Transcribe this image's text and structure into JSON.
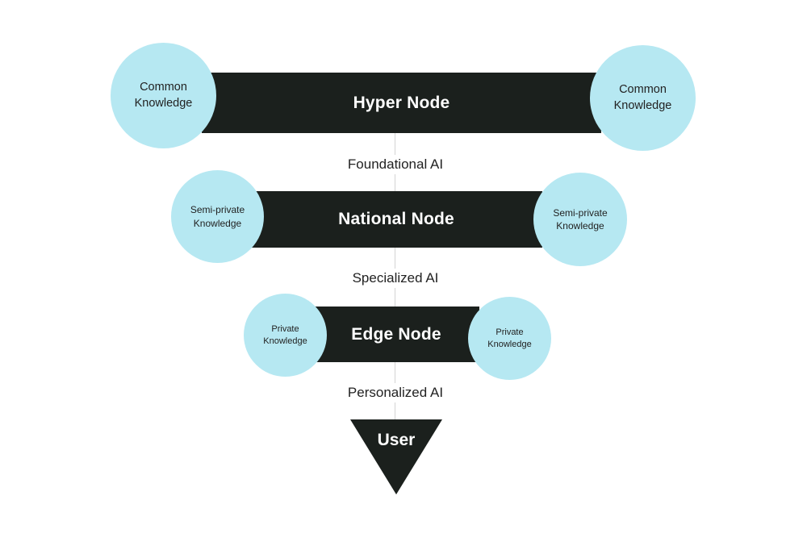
{
  "hyper": {
    "title": "Hyper Node",
    "left": [
      "Common",
      "Knowledge"
    ],
    "right": [
      "Common",
      "Knowledge"
    ]
  },
  "flow1": "Foundational AI",
  "national": {
    "title": "National Node",
    "left": [
      "Semi-private",
      "Knowledge"
    ],
    "right": [
      "Semi-private",
      "Knowledge"
    ]
  },
  "flow2": "Specialized AI",
  "edge": {
    "title": "Edge Node",
    "left": [
      "Private",
      "Knowledge"
    ],
    "right": [
      "Private",
      "Knowledge"
    ]
  },
  "flow3": "Personalized AI",
  "user": "User",
  "colors": {
    "node_bar": "#1b201d",
    "knowledge_circle": "#b6e8f2",
    "connector": "#d4d4d4"
  }
}
